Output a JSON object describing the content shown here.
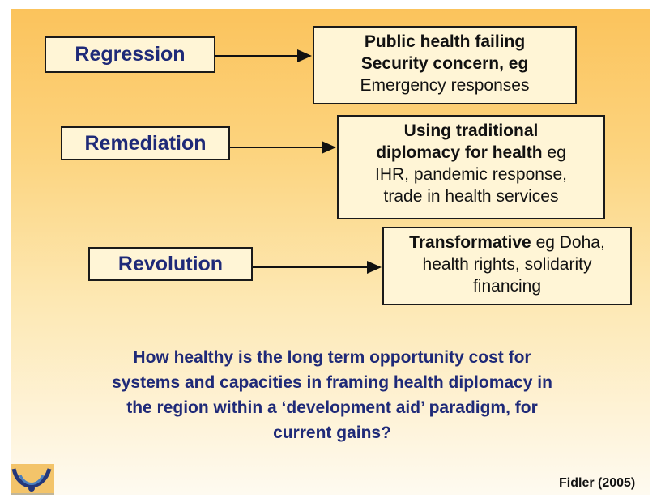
{
  "stages": [
    {
      "label": "Regression",
      "desc": {
        "line1": "Public health failing",
        "line2": "Security concern,  eg",
        "line3": "Emergency responses"
      }
    },
    {
      "label": "Remediation",
      "desc": {
        "line1": "Using traditional",
        "line2_bold": "diplomacy  for health",
        "line2_rest": " eg",
        "line3": "IHR, pandemic response,",
        "line4": "trade in health services"
      }
    },
    {
      "label": "Revolution",
      "desc": {
        "line1_bold": "Transformative",
        "line1_rest": " eg Doha,",
        "line2": "health rights, solidarity",
        "line3": "financing"
      }
    }
  ],
  "question": [
    "How healthy is the long term opportunity cost for",
    "systems and capacities in framing health diplomacy  in",
    "the region within a ‘development aid’ paradigm,  for",
    "current gains?"
  ],
  "citation": "Fidler (2005)",
  "colors": {
    "stage_text": "#1f2a78",
    "box_fill": "#fff5d6",
    "background_top": "#fbc35c",
    "background_bottom": "#fefaf0"
  }
}
